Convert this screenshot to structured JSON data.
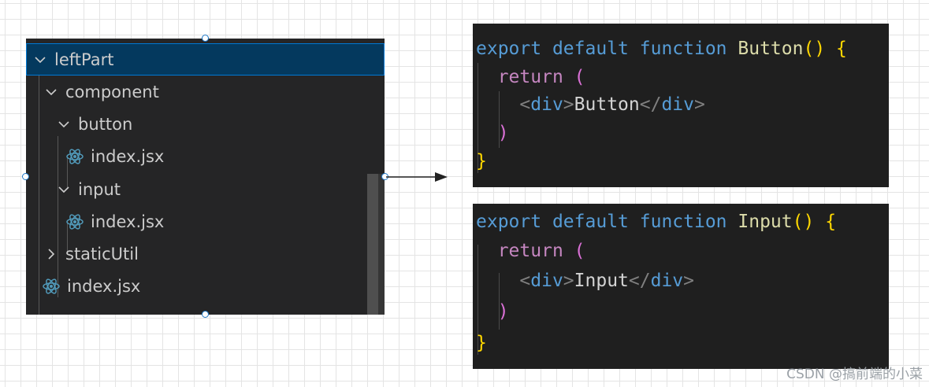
{
  "explorer": {
    "items": [
      {
        "label": "leftPart",
        "kind": "folder-open"
      },
      {
        "label": "component",
        "kind": "folder-open"
      },
      {
        "label": "button",
        "kind": "folder-open"
      },
      {
        "label": "index.jsx",
        "kind": "react-file"
      },
      {
        "label": "input",
        "kind": "folder-open"
      },
      {
        "label": "index.jsx",
        "kind": "react-file"
      },
      {
        "label": "staticUtil",
        "kind": "folder-closed"
      },
      {
        "label": "index.jsx",
        "kind": "react-file"
      }
    ]
  },
  "code_blocks": [
    {
      "export": "export",
      "default": "default",
      "function": "function",
      "name": "Button",
      "parens": "()",
      "open_brace": "{",
      "return": "return",
      "open_paren": "(",
      "tag_open": "div",
      "content": "Button",
      "tag_close": "div",
      "close_paren": ")",
      "close_brace": "}"
    },
    {
      "export": "export",
      "default": "default",
      "function": "function",
      "name": "Input",
      "parens": "()",
      "open_brace": "{",
      "return": "return",
      "open_paren": "(",
      "tag_open": "div",
      "content": "Input",
      "tag_close": "div",
      "close_paren": ")",
      "close_brace": "}"
    }
  ],
  "watermark": "CSDN @搞前端的小菜",
  "colors": {
    "keyword": "#569cd6",
    "control": "#c586c0",
    "function_name": "#dcdcaa",
    "brace": "#ffd700",
    "paren": "#da70d6",
    "selection": "#04395e",
    "react_icon": "#519aba"
  }
}
